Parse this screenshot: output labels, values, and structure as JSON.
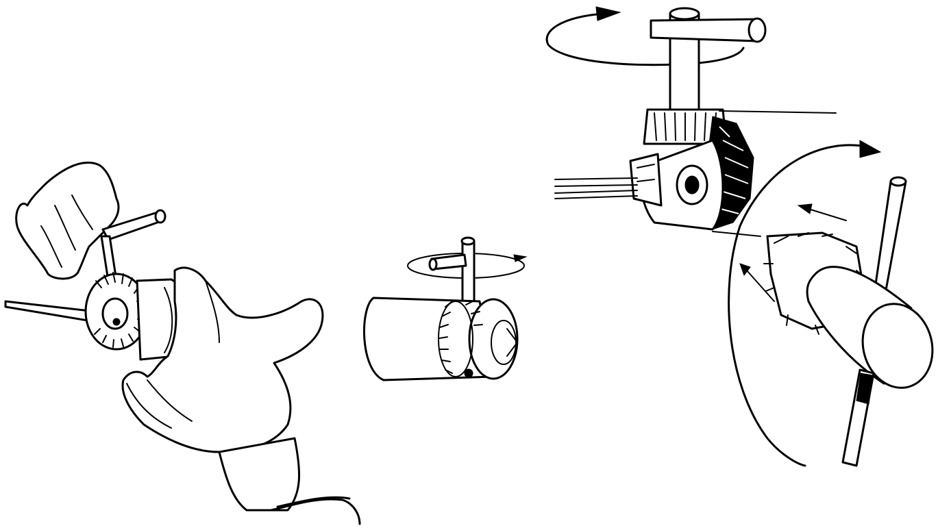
{
  "figure": {
    "panels": [
      {
        "id": "hand-drill-with-chuck-key",
        "icon": "hand-drill-icon"
      },
      {
        "id": "chuck-with-key-rotation",
        "icon": "drill-chuck-icon"
      },
      {
        "id": "bevel-gear-mesh-detail",
        "icon": "bevel-gear-icon"
      }
    ],
    "colors": {
      "ink": "#000000",
      "paper": "#ffffff"
    }
  }
}
